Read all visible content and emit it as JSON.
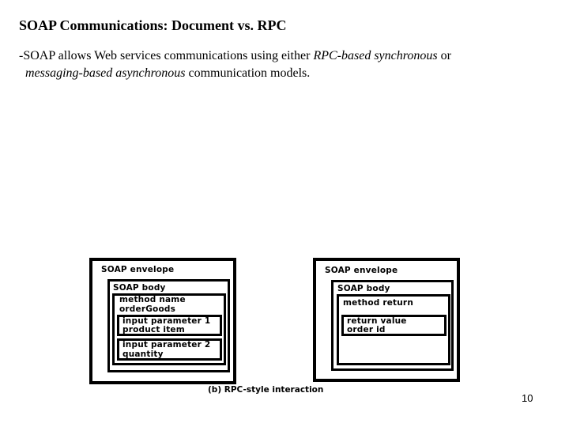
{
  "slide": {
    "title": "SOAP Communications: Document vs. RPC",
    "text_prefix": "-SOAP allows Web services communications  using either ",
    "text_italic1": "RPC-based  synchronous",
    "text_mid": " or",
    "text_italic2": "messaging-based asynchronous",
    "text_suffix": " communication models.",
    "page_number": "10"
  },
  "diagram": {
    "left": {
      "envelope": "SOAP envelope",
      "body": "SOAP body",
      "method_line1": "method name",
      "method_line2": "orderGoods",
      "param1_line1": "input parameter 1",
      "param1_line2": "product item",
      "param2_line1": "input parameter 2",
      "param2_line2": "quantity"
    },
    "right": {
      "envelope": "SOAP envelope",
      "body": "SOAP body",
      "method": "method return",
      "return_line1": "return value",
      "return_line2": "order id"
    },
    "caption": "(b) RPC-style interaction"
  }
}
